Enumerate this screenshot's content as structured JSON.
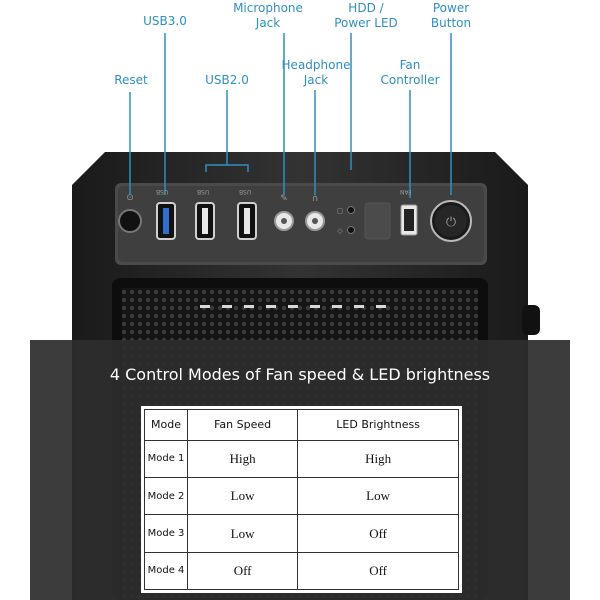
{
  "callouts": {
    "usb3": "USB3.0",
    "microphone": "Microphone\nJack",
    "hdd_led": "HDD /\nPower LED",
    "power": "Power\nButton",
    "headphone": "Headphone\nJack",
    "reset": "Reset",
    "usb2": "USB2.0",
    "fan": "Fan\nController"
  },
  "panel": {
    "port_label_usb": "USB",
    "fan_label": "FAN"
  },
  "headline": "4 Control Modes of Fan speed & LED brightness",
  "table": {
    "headers": [
      "Mode",
      "Fan Speed",
      "LED Brightness"
    ],
    "rows": [
      [
        "Mode 1",
        "High",
        "High"
      ],
      [
        "Mode 2",
        "Low",
        "Low"
      ],
      [
        "Mode 3",
        "Low",
        "Off"
      ],
      [
        "Mode 4",
        "Off",
        "Off"
      ]
    ]
  },
  "colors": {
    "callout": "#2f8fc0",
    "case_body": "#2b2b2b",
    "overlay": "#2d2d2d"
  },
  "icons": [
    "reset-icon",
    "usb-icon",
    "microphone-icon",
    "headphone-icon",
    "led-icon",
    "fan-icon",
    "power-icon"
  ]
}
